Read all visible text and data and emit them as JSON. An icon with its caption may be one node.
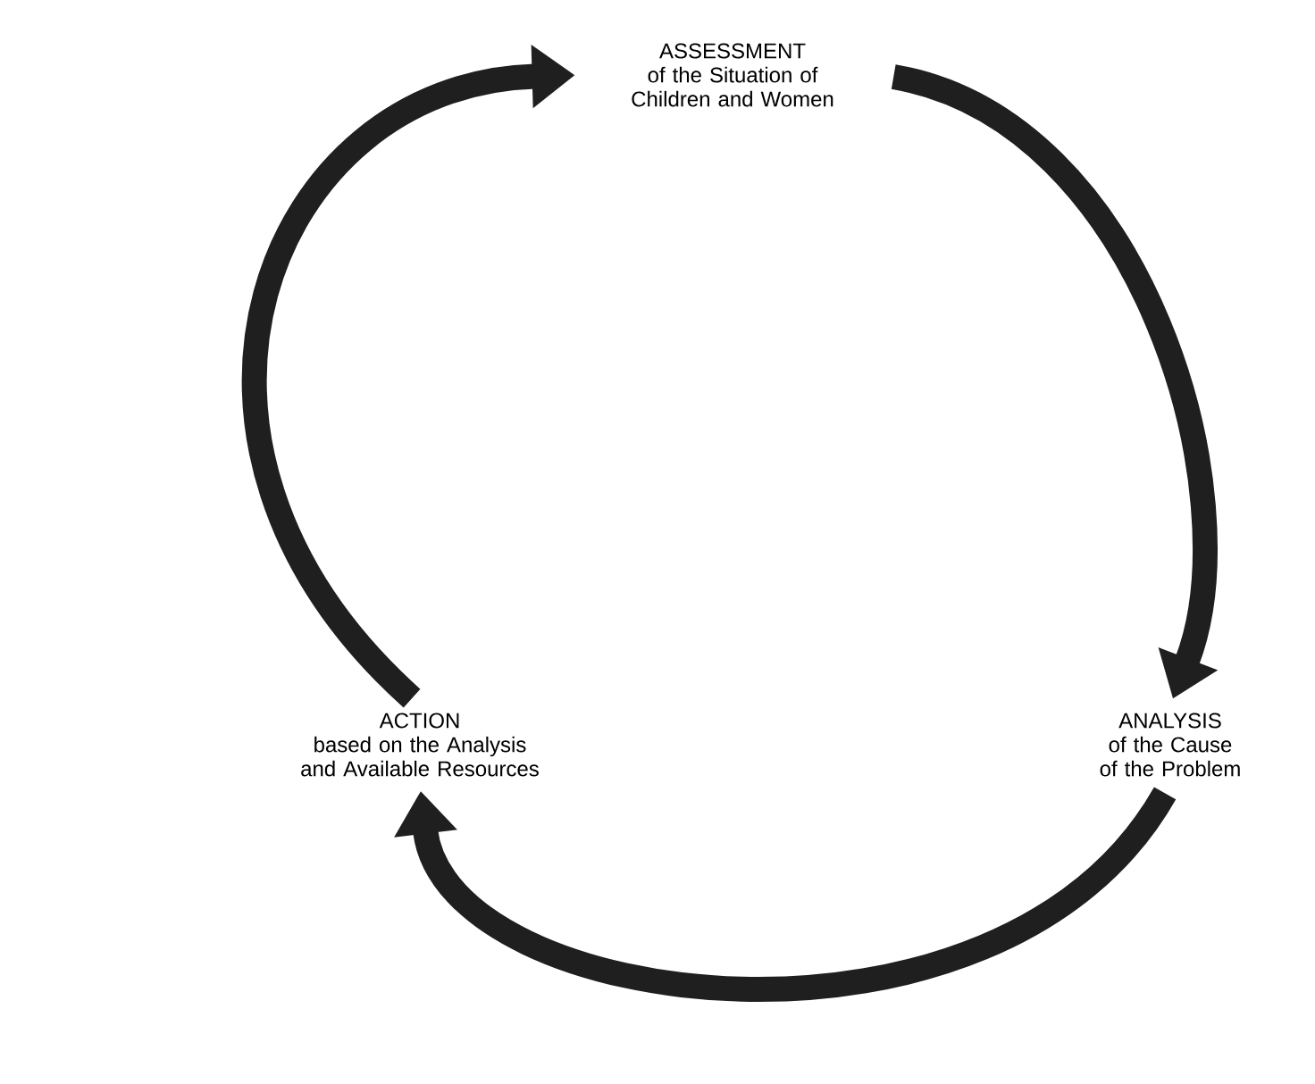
{
  "diagram": {
    "nodes": [
      {
        "text": [
          "ASSESSMENT",
          "of the Situation of Children and Women"
        ]
      },
      {
        "text": [
          "ANALYSIS",
          "of the Cause of the Problem"
        ]
      },
      {
        "text": [
          "ACTION",
          "based on the Analysis and Available Resources"
        ]
      }
    ],
    "edges": [
      {
        "from": 0,
        "to": 1,
        "arrow": "to"
      },
      {
        "from": 1,
        "to": 2,
        "arrow": "to"
      },
      {
        "from": 2,
        "to": 0,
        "arrow": "to"
      }
    ]
  }
}
